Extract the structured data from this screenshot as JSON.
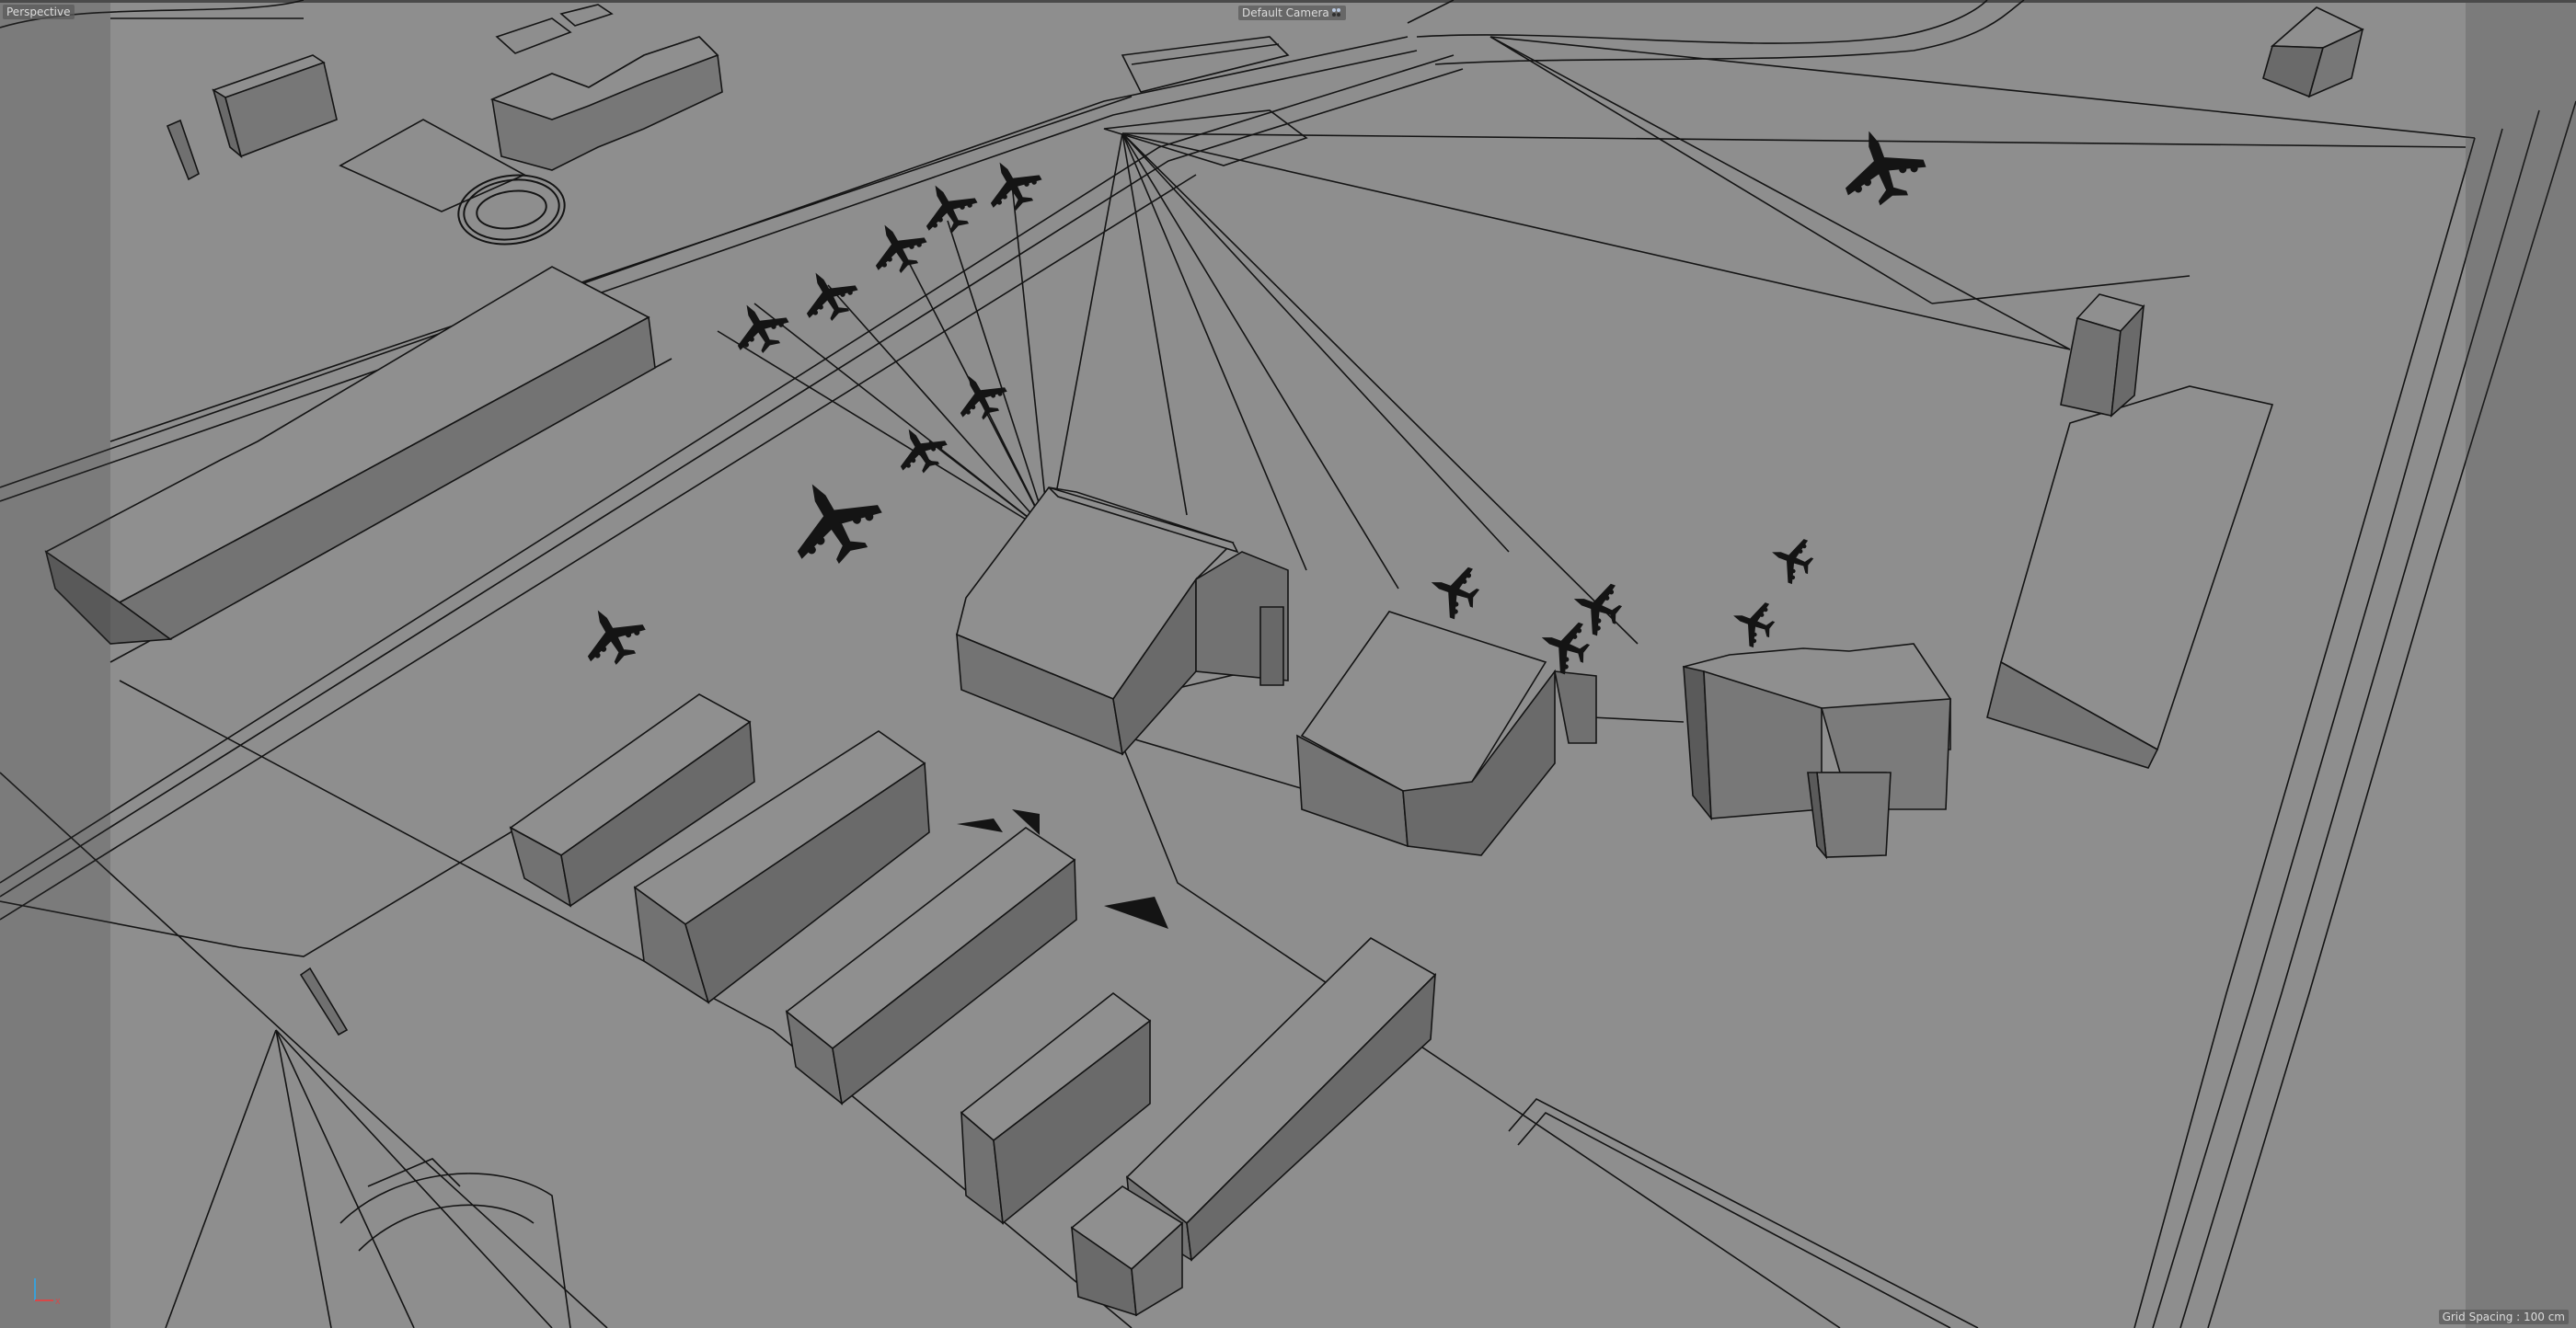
{
  "viewport": {
    "view_name": "Perspective",
    "camera": "Default Camera",
    "camera_icon": "camera-group-icon",
    "grid_spacing": "Grid Spacing : 100 cm",
    "axis": {
      "vertical": "Y",
      "horizontal": "X",
      "vertical_color": "#3aa0d8",
      "horizontal_color": "#d84848"
    },
    "colors": {
      "ground": "#8e8e8e",
      "building_top": "#8c8c8c",
      "building_side_light": "#767676",
      "building_side_dark": "#5e5e5e",
      "wire": "#141414",
      "safe_frame": "#6e6e6e",
      "top_bar": "#4a4a4a"
    },
    "scene_objects": {
      "aircraft_count": 17,
      "description": "3D wireframe/shaded airport scene with terminal buildings, taxiways and parked aircraft"
    }
  }
}
